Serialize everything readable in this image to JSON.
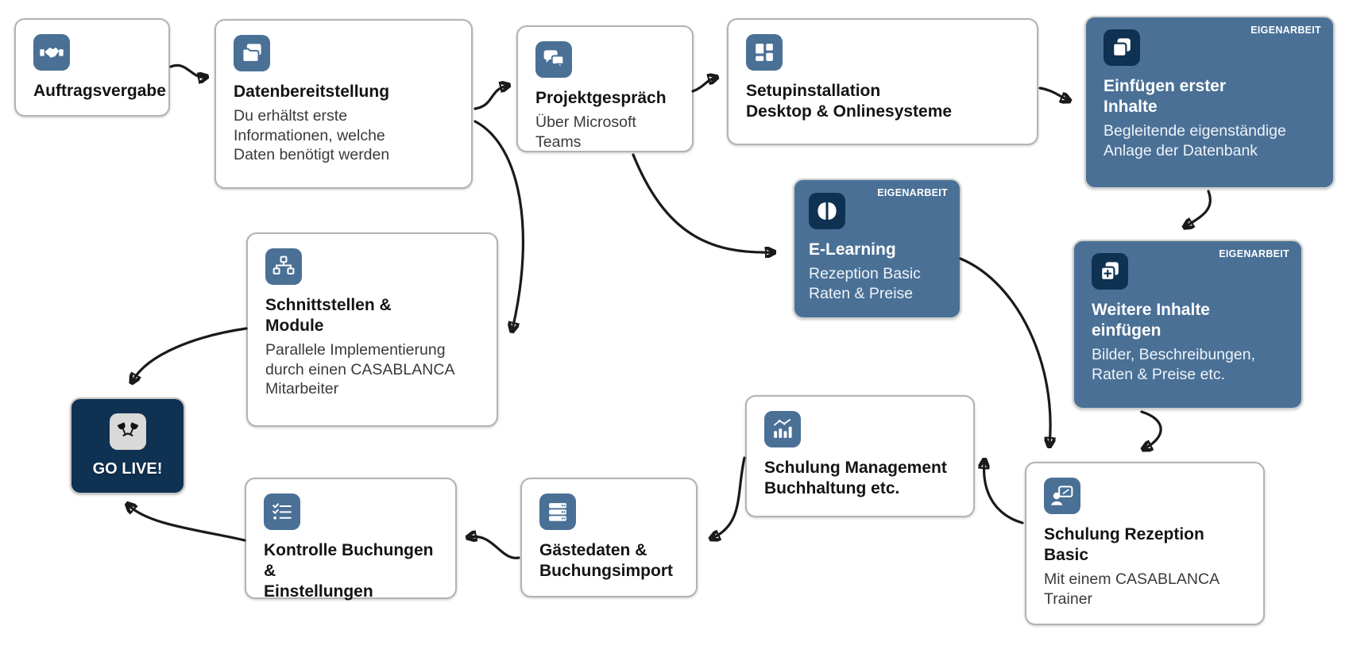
{
  "badge_label": "EIGENARBEIT",
  "colors": {
    "box_steel_blue": "#4a7096",
    "box_dark_navy": "#0f3152",
    "white_box_border": "#b3b3b3",
    "icon_gray": "#d9d9d9",
    "arrow_black": "#1a1a1a",
    "title_black": "#141414",
    "desc_gray": "#3a3a3a"
  },
  "nodes": {
    "auftragsvergabe": {
      "title": "Auftragsvergabe",
      "desc": "",
      "icon": "handshake-icon",
      "style": "white"
    },
    "datenbereitstellung": {
      "title": "Datenbereitstellung",
      "desc": "Du erhältst erste\nInformationen, welche\nDaten benötigt werden",
      "icon": "folders-icon",
      "style": "white"
    },
    "projektgespraech": {
      "title": "Projektgespräch",
      "desc": "Über Microsoft Teams",
      "icon": "chat-bubbles-icon",
      "style": "white"
    },
    "setupinstallation": {
      "title": "Setupinstallation\nDesktop & Onlinesysteme",
      "desc": "",
      "icon": "tiles-icon",
      "style": "white"
    },
    "einfuegen_erster_inhalte": {
      "title": "Einfügen erster\nInhalte",
      "desc": "Begleitende eigenständige\nAnlage der Datenbank",
      "icon": "copy-icon",
      "style": "blue",
      "badge": "EIGENARBEIT"
    },
    "e_learning": {
      "title": "E-Learning",
      "desc": "Rezeption Basic\nRaten & Preise",
      "icon": "brain-icon",
      "style": "blue",
      "badge": "EIGENARBEIT"
    },
    "weitere_inhalte": {
      "title": "Weitere Inhalte\neinfügen",
      "desc": "Bilder, Beschreibungen,\nRaten & Preise etc.",
      "icon": "copy-plus-icon",
      "style": "blue",
      "badge": "EIGENARBEIT"
    },
    "schnittstellen_module": {
      "title": "Schnittstellen &\nModule",
      "desc": "Parallele Implementierung\ndurch einen CASABLANCA\nMitarbeiter",
      "icon": "sitemap-icon",
      "style": "white"
    },
    "go_live": {
      "title": "GO LIVE!",
      "desc": "",
      "icon": "cheers-icon",
      "style": "navy"
    },
    "schulung_management": {
      "title": "Schulung Management\nBuchhaltung etc.",
      "desc": "",
      "icon": "chart-icon",
      "style": "white"
    },
    "schulung_rezeption_basic": {
      "title": "Schulung Rezeption\nBasic",
      "desc": "Mit einem CASABLANCA\nTrainer",
      "icon": "presenter-icon",
      "style": "white"
    },
    "gaestedaten_buchungsimport": {
      "title": "Gästedaten &\nBuchungsimport",
      "desc": "",
      "icon": "server-icon",
      "style": "white"
    },
    "kontrolle_buchungen": {
      "title": "Kontrolle Buchungen &\nEinstellungen",
      "desc": "",
      "icon": "checklist-icon",
      "style": "white"
    }
  },
  "flow": [
    [
      "auftragsvergabe",
      "datenbereitstellung"
    ],
    [
      "datenbereitstellung",
      "projektgespraech"
    ],
    [
      "datenbereitstellung",
      "schnittstellen_module"
    ],
    [
      "projektgespraech",
      "setupinstallation"
    ],
    [
      "projektgespraech",
      "e_learning"
    ],
    [
      "setupinstallation",
      "einfuegen_erster_inhalte"
    ],
    [
      "einfuegen_erster_inhalte",
      "weitere_inhalte"
    ],
    [
      "e_learning",
      "schulung_rezeption_basic"
    ],
    [
      "weitere_inhalte",
      "schulung_rezeption_basic"
    ],
    [
      "schulung_rezeption_basic",
      "schulung_management"
    ],
    [
      "schulung_management",
      "gaestedaten_buchungsimport"
    ],
    [
      "gaestedaten_buchungsimport",
      "kontrolle_buchungen"
    ],
    [
      "kontrolle_buchungen",
      "go_live"
    ],
    [
      "schnittstellen_module",
      "go_live"
    ]
  ]
}
